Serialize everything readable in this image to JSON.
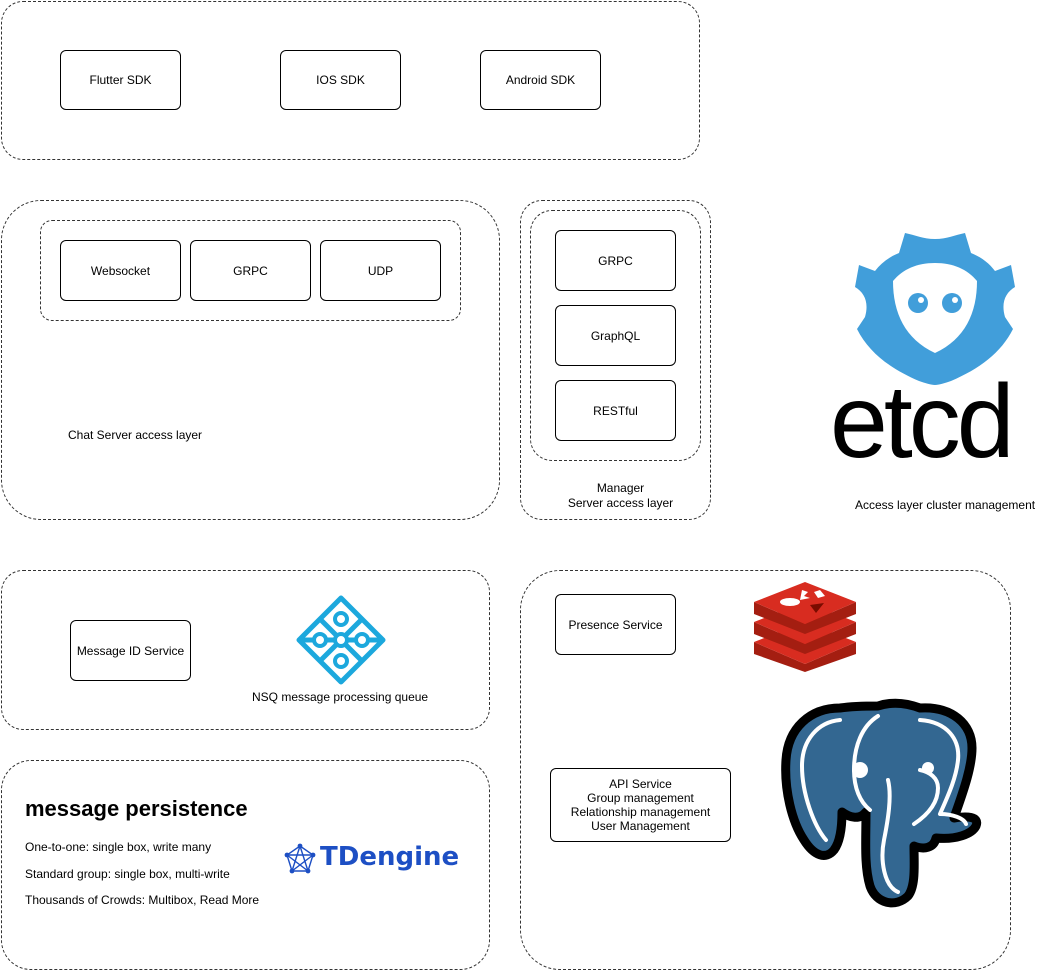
{
  "sdk_group": {
    "flutter": "Flutter SDK",
    "ios": "IOS SDK",
    "android": "Android SDK"
  },
  "chat_server": {
    "websocket": "Websocket",
    "grpc": "GRPC",
    "udp": "UDP",
    "caption": "Chat Server access layer"
  },
  "manager": {
    "grpc": "GRPC",
    "graphql": "GraphQL",
    "restful": "RESTful",
    "caption_line1": "Manager",
    "caption_line2": "Server access layer"
  },
  "etcd": {
    "logo_text": "etcd",
    "caption": "Access layer cluster management",
    "color": "#419EDA"
  },
  "message_group": {
    "message_id": "Message ID Service",
    "nsq_caption": "NSQ message processing queue",
    "nsq_color": "#1CA8DD"
  },
  "persistence": {
    "title": "message persistence",
    "line1": "One-to-one: single box, write many",
    "line2": "Standard group: single box, multi-write",
    "line3": "Thousands of Crowds: Multibox, Read More",
    "tdengine_text": "TDengine",
    "tdengine_color": "#1D4FC4"
  },
  "services": {
    "presence": "Presence Service",
    "api_line1": "API Service",
    "api_line2": "Group management",
    "api_line3": "Relationship management",
    "api_line4": "User Management",
    "redis_icon": "redis-icon",
    "postgres_icon": "postgresql-icon",
    "redis_color": "#D82C20",
    "postgres_color": "#336791"
  }
}
